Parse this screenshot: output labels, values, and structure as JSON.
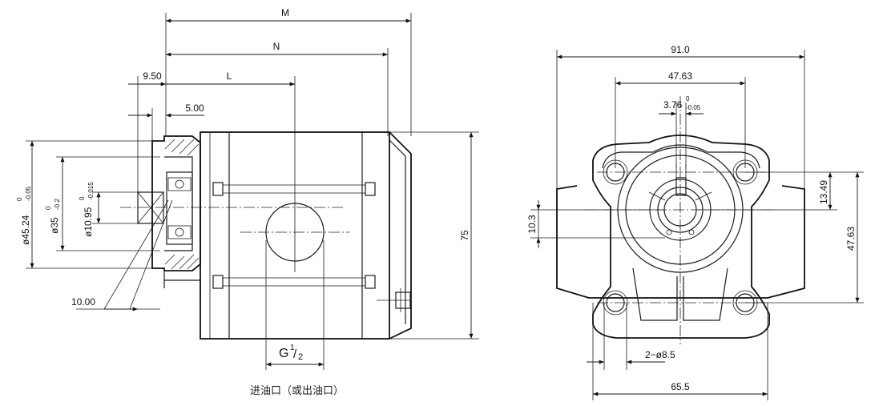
{
  "side_view": {
    "dim_M": "M",
    "dim_N": "N",
    "dim_L": "L",
    "dim_9_50": "9.50",
    "dim_5_00": "5.00",
    "dim_10_00": "10.00",
    "dim_75": "75",
    "dia_45": "ø45.24",
    "dia_45_upper": "0",
    "dia_45_lower": "-0.05",
    "dia_35": "ø35",
    "dia_35_upper": "0",
    "dia_35_lower": "-0.2",
    "dia_10": "ø10.95",
    "dia_10_upper": "0",
    "dia_10_lower": "-0.015",
    "port_thread": "G",
    "port_thread_num": "1",
    "port_thread_den": "2",
    "caption": "进油口（或出油口）"
  },
  "front_view": {
    "dim_91": "91.0",
    "dim_47_63_top": "47.63",
    "dim_key": "3.76",
    "dim_key_upper": "0",
    "dim_key_lower": "-0.05",
    "dim_13_49": "13.49",
    "dim_47_63_right": "47.63",
    "dim_10_3": "10.3",
    "dim_holes": "2−ø8.5",
    "dim_65_5": "65.5"
  }
}
